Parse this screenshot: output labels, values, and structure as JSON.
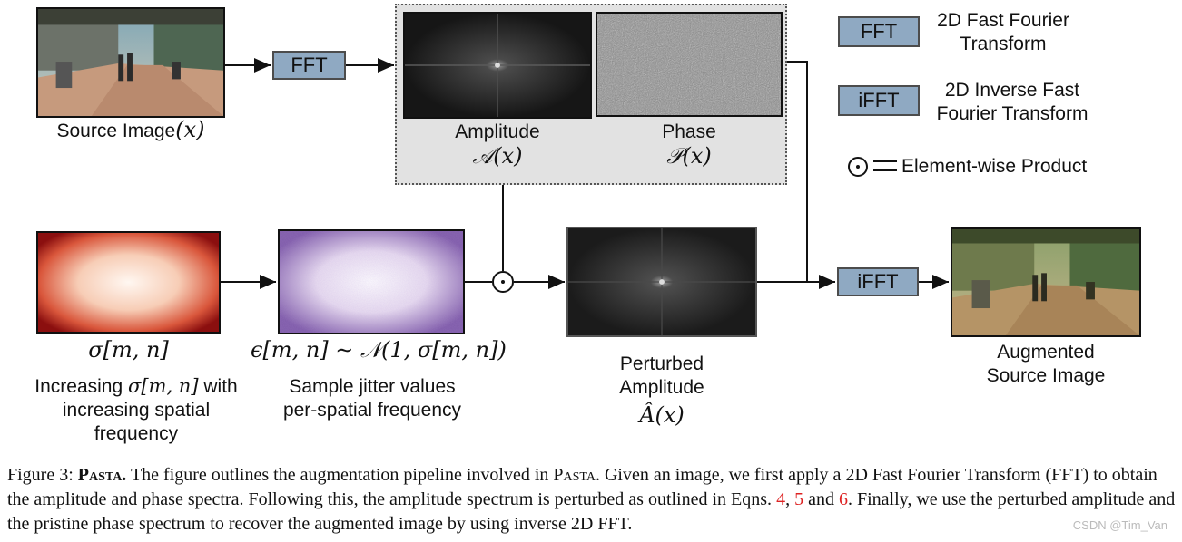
{
  "blocks": {
    "fft_label": "FFT",
    "ifft_label": "iFFT"
  },
  "labels": {
    "source_image": "Source Image",
    "source_image_math": "(x)",
    "amplitude": "Amplitude",
    "amplitude_math": "𝒜(x)",
    "phase": "Phase",
    "phase_math": "𝒫(x)",
    "sigma_math": "σ[m, n]",
    "increasing_line1": "Increasing",
    "increasing_math": "σ[m, n]",
    "increasing_line1b": "with",
    "increasing_line2": "increasing spatial",
    "increasing_line3": "frequency",
    "epsilon_math": "ϵ[m, n] ∼ 𝒩(1, σ[m, n])",
    "sample_line1": "Sample jitter values",
    "sample_line2": "per-spatial frequency",
    "perturbed_line1": "Perturbed",
    "perturbed_line2": "Amplitude",
    "perturbed_math": "Â(x)",
    "augmented_line1": "Augmented",
    "augmented_line2": "Source Image"
  },
  "legend": {
    "fft_box": "FFT",
    "fft_desc_line1": "2D Fast Fourier",
    "fft_desc_line2": "Transform",
    "ifft_box": "iFFT",
    "ifft_desc_line1": "2D Inverse Fast",
    "ifft_desc_line2": "Fourier Transform",
    "product_desc": "Element-wise Product"
  },
  "caption": {
    "prefix": "Figure 3:",
    "name": "Pasta.",
    "text1": "The figure outlines the augmentation pipeline involved in",
    "name2": "Pasta",
    "text2": ". Given an image, we first apply a 2D Fast Fourier Transform (FFT) to obtain the amplitude and phase spectra. Following this, the amplitude spectrum is perturbed as outlined in Eqns.",
    "ref1": "4",
    "sep1": ",",
    "ref2": "5",
    "text3": "and",
    "ref3": "6",
    "text4": ". Finally, we use the perturbed amplitude and the pristine phase spectrum to recover the augmented image by using inverse 2D FFT."
  },
  "watermark": "CSDN @Tim_Van",
  "colors": {
    "block_fill": "#8fa9c2",
    "panel_fill": "#e2e2e2",
    "ref_red": "#dd2222"
  }
}
